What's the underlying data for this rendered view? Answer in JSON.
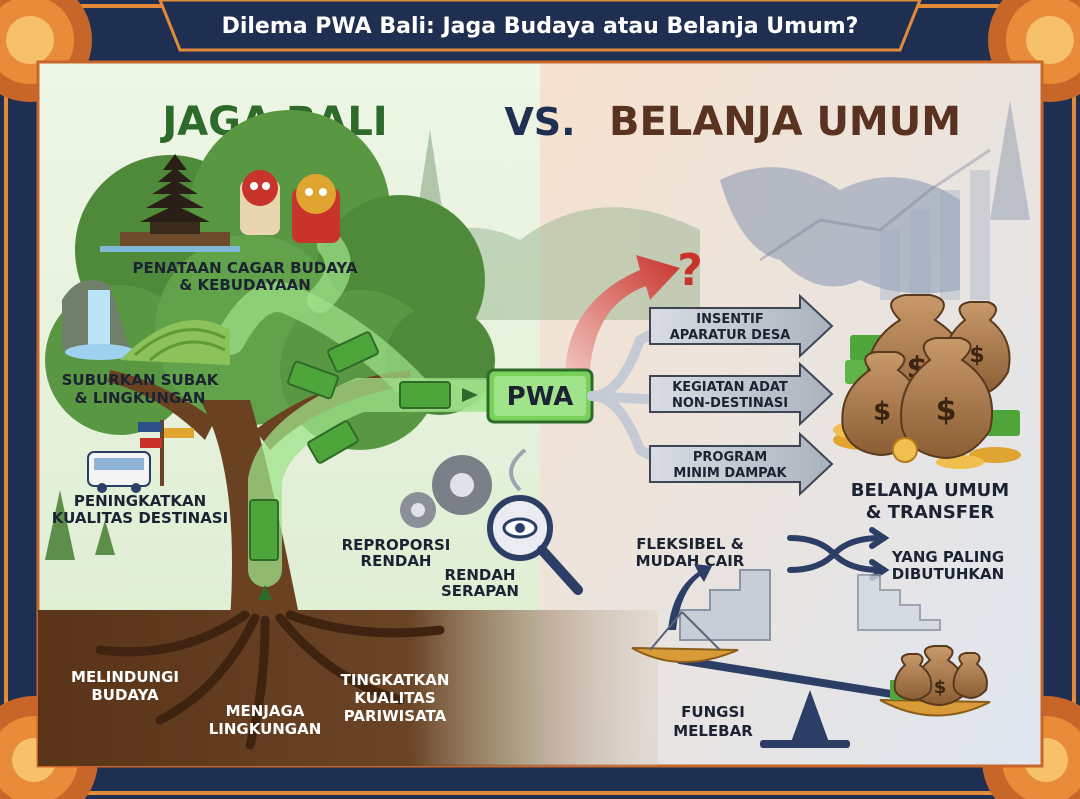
{
  "title": "Dilema PWA Bali: Jaga Budaya atau Belanja Umum?",
  "heading_left": "JAGA BALI",
  "heading_vs": "VS.",
  "heading_right": "BELANJA UMUM",
  "center_box": "PWA",
  "left_labels": {
    "cagar_1": "PENATAAN CAGAR BUDAYA",
    "cagar_2": "& KEBUDAYAAN",
    "subak_1": "SUBURKAN SUBAK",
    "subak_2": "& LINGKUNGAN",
    "destinasi_1": "PENINGKATKAN",
    "destinasi_2": "KUALITAS DESTINASI",
    "reproporsi_1": "REPROPORSI",
    "reproporsi_2": "RENDAH",
    "serapan_1": "RENDAH",
    "serapan_2": "SERAPAN"
  },
  "root_labels": {
    "budaya_1": "MELINDUNGI",
    "budaya_2": "BUDAYA",
    "lingkungan_1": "MENJAGA",
    "lingkungan_2": "LINGKUNGAN",
    "pariwisata_1": "TINGKATKAN",
    "pariwisata_2": "KUALITAS",
    "pariwisata_3": "PARIWISATA"
  },
  "right_arrows": {
    "a1_1": "INSENTIF",
    "a1_2": "APARATUR DESA",
    "a2_1": "KEGIATAN ADAT",
    "a2_2": "NON-DESTINASI",
    "a3_1": "PROGRAM",
    "a3_2": "MINIM DAMPAK"
  },
  "right_labels": {
    "belanja_1": "BELANJA UMUM",
    "belanja_2": "& TRANSFER",
    "fleksibel_1": "FLEKSIBEL &",
    "fleksibel_2": "MUDAH CAIR",
    "dibutuhkan_1": "YANG PALING",
    "dibutuhkan_2": "DIBUTUHKAN",
    "fungsi_1": "FUNGSI",
    "fungsi_2": "MELEBAR"
  },
  "question_mark": "?",
  "money_symbol": "$",
  "colors": {
    "navy": "#1f2f52",
    "green_heading": "#2e6b2a",
    "brown_heading": "#5a3320",
    "vs": "#1f2f52",
    "money_green": "#4ea53a",
    "red_arrow": "#c8332b",
    "gold": "#e0a431"
  }
}
